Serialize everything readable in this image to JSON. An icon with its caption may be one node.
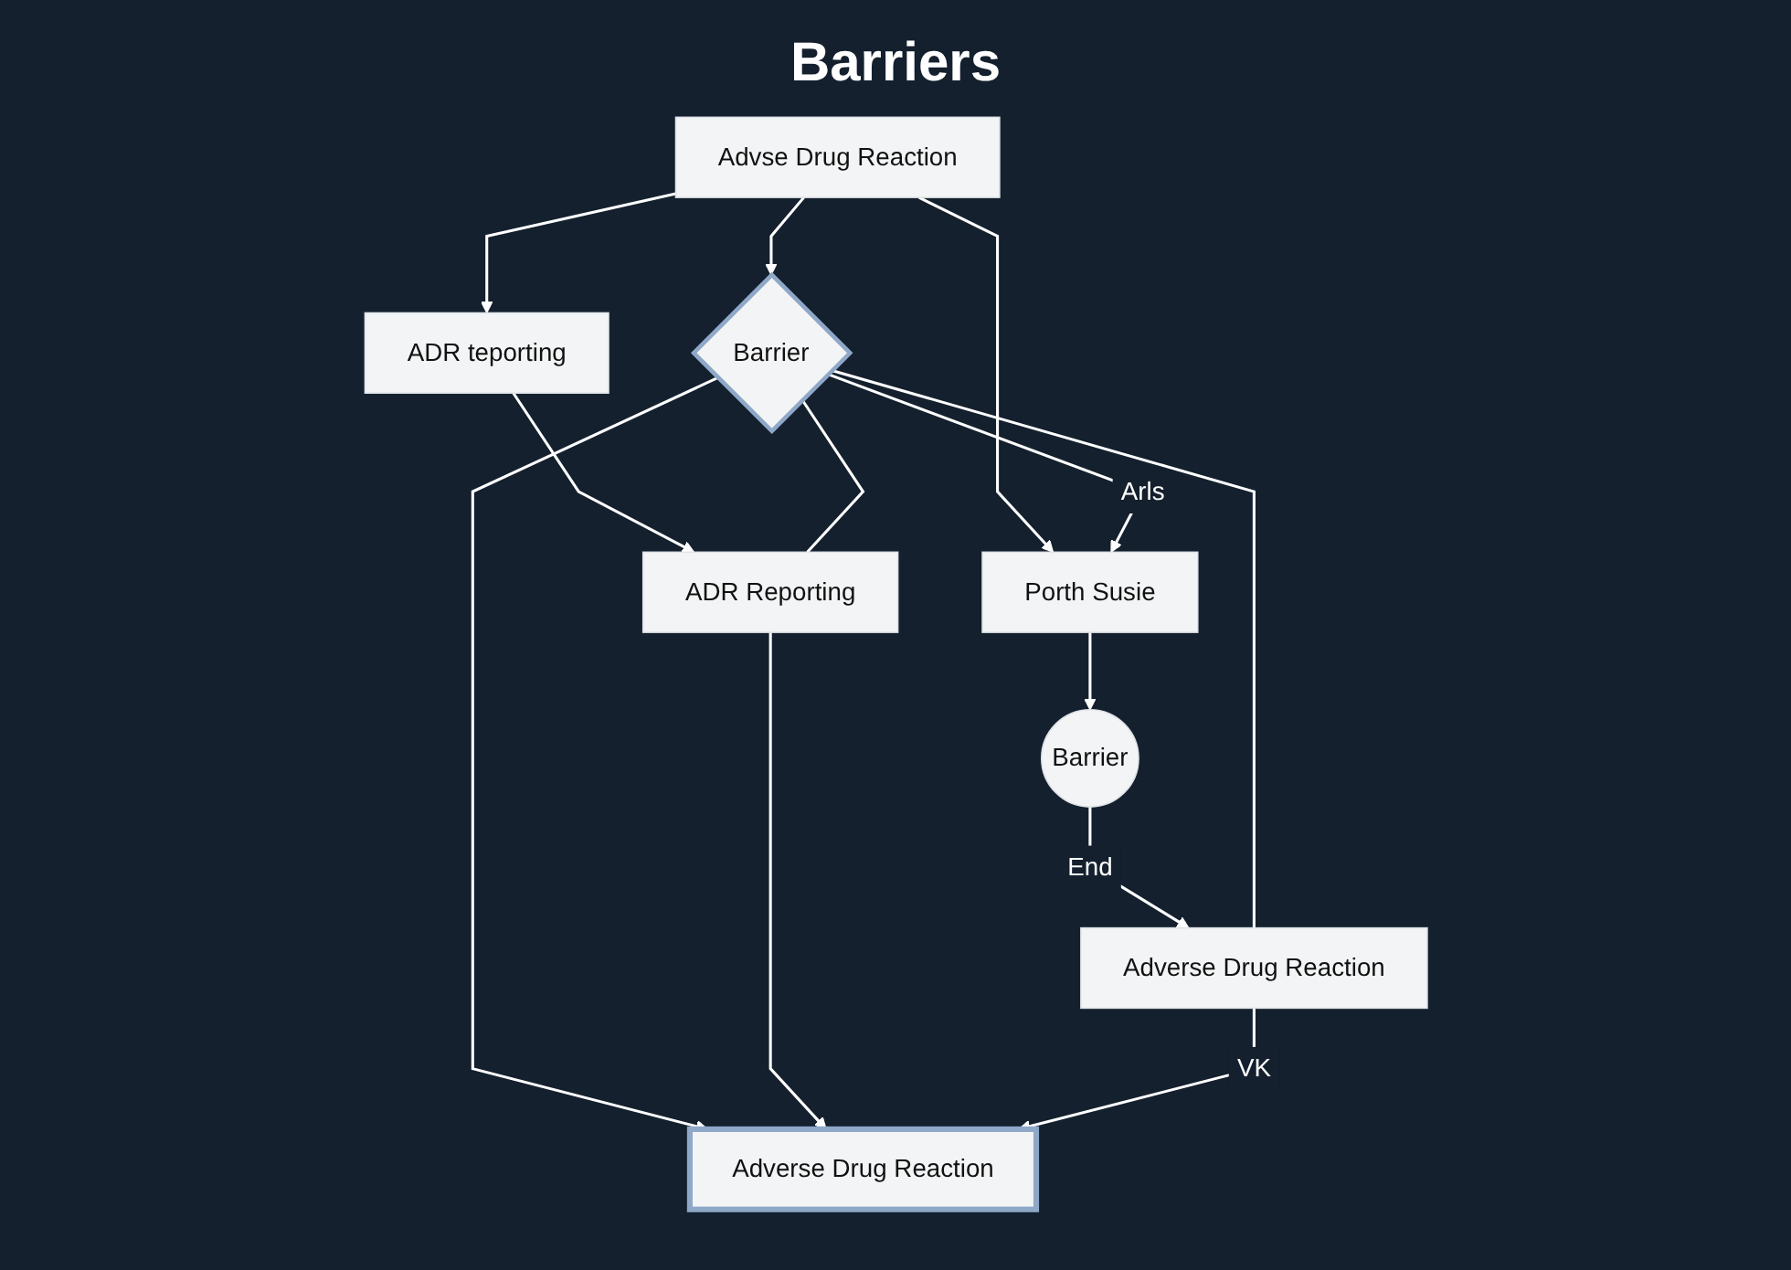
{
  "diagram": {
    "title": "Barriers",
    "nodes": [
      {
        "text": [
          "Advse Drug Reaction"
        ]
      },
      {
        "text": [
          "ADR teporting"
        ]
      },
      {
        "text": [
          "Porth Susie"
        ]
      },
      {
        "text": [
          "Barrier"
        ]
      },
      {
        "text": [
          "ADR Reporting"
        ]
      },
      {
        "text": [
          "Barrier"
        ]
      },
      {
        "text": [
          "Adverse Drug Reaction"
        ]
      },
      {
        "text": [
          "Adverse Drug Reaction"
        ]
      }
    ],
    "edges": [
      {
        "from": 0,
        "to": 1,
        "arrow": "to"
      },
      {
        "from": 0,
        "to": 3,
        "arrow": "to"
      },
      {
        "from": 0,
        "to": 2,
        "arrow": "to"
      },
      {
        "from": 1,
        "to": 4,
        "arrow": "to"
      },
      {
        "from": 3,
        "to": 2,
        "label": "Arls",
        "arrow": "to"
      },
      {
        "from": 2,
        "to": 5,
        "arrow": "to"
      },
      {
        "from": 5,
        "to": 6,
        "label": "End",
        "arrow": "to"
      },
      {
        "from": 3,
        "to": 6,
        "arrow": "none"
      },
      {
        "from": 3,
        "to": 4,
        "arrow": "none"
      },
      {
        "from": 3,
        "to": 7,
        "arrow": "to"
      },
      {
        "from": 4,
        "to": 7,
        "arrow": "to"
      },
      {
        "from": 6,
        "to": 7,
        "label": "VK",
        "arrow": "to"
      }
    ]
  }
}
